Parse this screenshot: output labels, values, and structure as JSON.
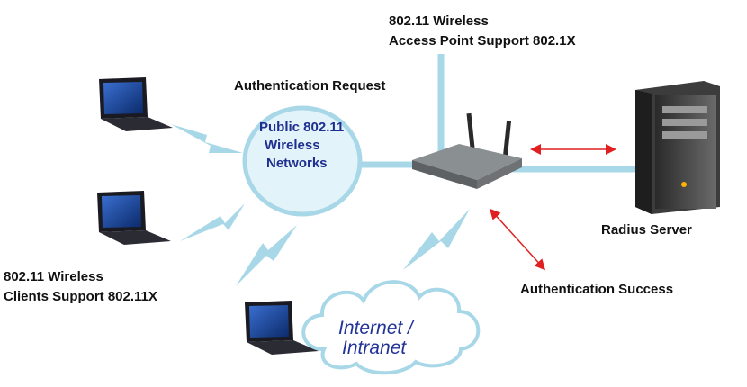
{
  "labels": {
    "access_point_line1": "802.11 Wireless",
    "access_point_line2": "Access Point Support 802.1X",
    "auth_request": "Authentication Request",
    "hub_line1": "Public 802.11",
    "hub_line2": "Wireless",
    "hub_line3": "Networks",
    "radius_server": "Radius Server",
    "clients_line1": "802.11 Wireless",
    "clients_line2": "Clients Support 802.11X",
    "auth_success": "Authentication Success",
    "cloud_line1": "Internet /",
    "cloud_line2": "Intranet"
  },
  "colors": {
    "link": "#a8d8e8",
    "hub_fill": "#e2f3fa",
    "hub_text": "#1f2f8f",
    "arrow": "#e02020",
    "cloud_text": "#223399"
  },
  "icons": [
    "laptop-icon",
    "laptop-icon",
    "laptop-icon",
    "wireless-router-icon",
    "server-tower-icon",
    "cloud-icon",
    "lightning-signal-icon"
  ]
}
